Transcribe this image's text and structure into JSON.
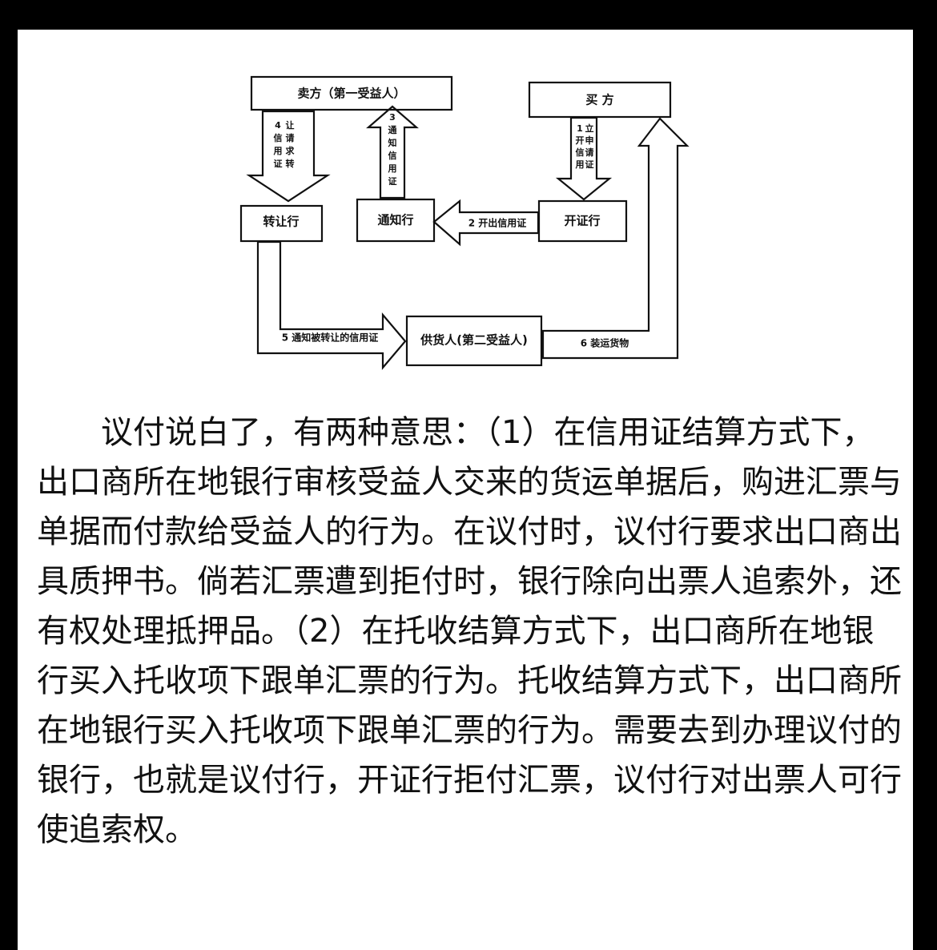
{
  "diagram": {
    "nodes": {
      "seller": "卖方（第一受益人）",
      "buyer": "买 方",
      "transferring_bank": "转让行",
      "advising_bank": "通知行",
      "issuing_bank": "开证行",
      "supplier": "供货人(第二受益人)"
    },
    "arrows": {
      "step1_chars": [
        "1",
        "立",
        "开",
        "申",
        "信",
        "请",
        "用",
        "证"
      ],
      "step2": "2 开出信用证",
      "step3_chars": [
        "3",
        "通",
        "知",
        "信",
        "用",
        "证"
      ],
      "step4_chars": [
        "4",
        "让",
        "信",
        "请",
        "用",
        "求",
        "证",
        "转"
      ],
      "step5": "5 通知被转让的信用证",
      "step6": "6 装运货物"
    }
  },
  "paragraph": "议付说白了，有两种意思：（1）在信用证结算方式下，出口商所在地银行审核受益人交来的货运单据后，购进汇票与单据而付款给受益人的行为。在议付时，议付行要求出口商出具质押书。倘若汇票遭到拒付时，银行除向出票人追索外，还有权处理抵押品。（2）在托收结算方式下，出口商所在地银行买入托收项下跟单汇票的行为。托收结算方式下，出口商所在地银行买入托收项下跟单汇票的行为。需要去到办理议付的银行，也就是议付行，开证行拒付汇票，议付行对出票人可行使追索权。"
}
